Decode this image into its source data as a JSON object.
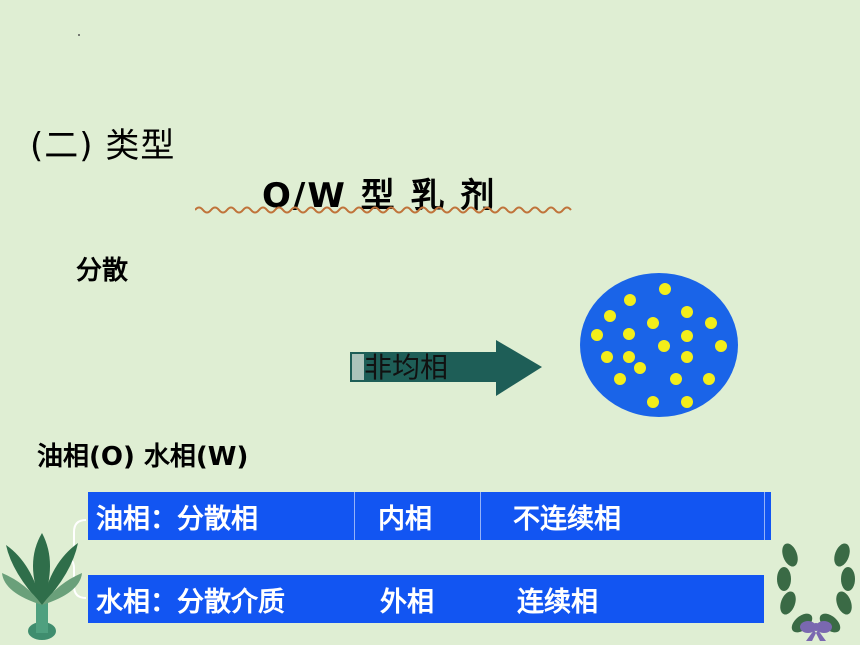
{
  "heading": "(二) 类型",
  "title": "O/W 型 乳 剂",
  "disperse_label": "分散",
  "arrow_label": "非均相",
  "phases_label": "油相(O)   水相(W)",
  "rows": [
    {
      "name": "油相：分散相",
      "position": "内相",
      "continuity": "不连续相"
    },
    {
      "name": "水相：分散介质",
      "position": "外相",
      "continuity": "连续相"
    }
  ],
  "colors": {
    "background": "#dfeed3",
    "bar_blue": "#1255f2",
    "emulsion_blue": "#1a64e8",
    "droplet_yellow": "#f3ee1a",
    "arrow_green": "#1e5e57",
    "wavy_underline": "#c0733a"
  }
}
